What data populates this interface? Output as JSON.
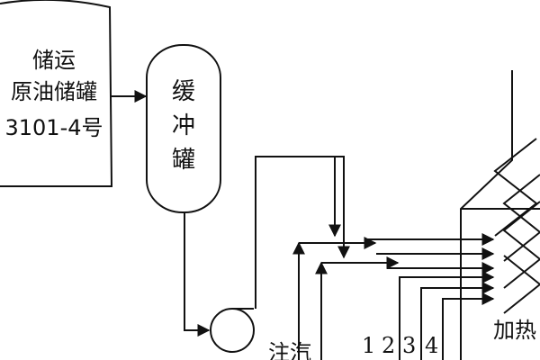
{
  "storage_tank": {
    "line1": "储运",
    "line2": "原油储罐",
    "line3": "3101-4号"
  },
  "buffer_tank": {
    "chars": [
      "缓",
      "冲",
      "罐"
    ]
  },
  "steam_label": "注汽",
  "heater_label": "加热",
  "pass_labels": [
    "1",
    "2",
    "3",
    "4"
  ],
  "colors": {
    "line": "#111111",
    "background": "#ffffff"
  }
}
